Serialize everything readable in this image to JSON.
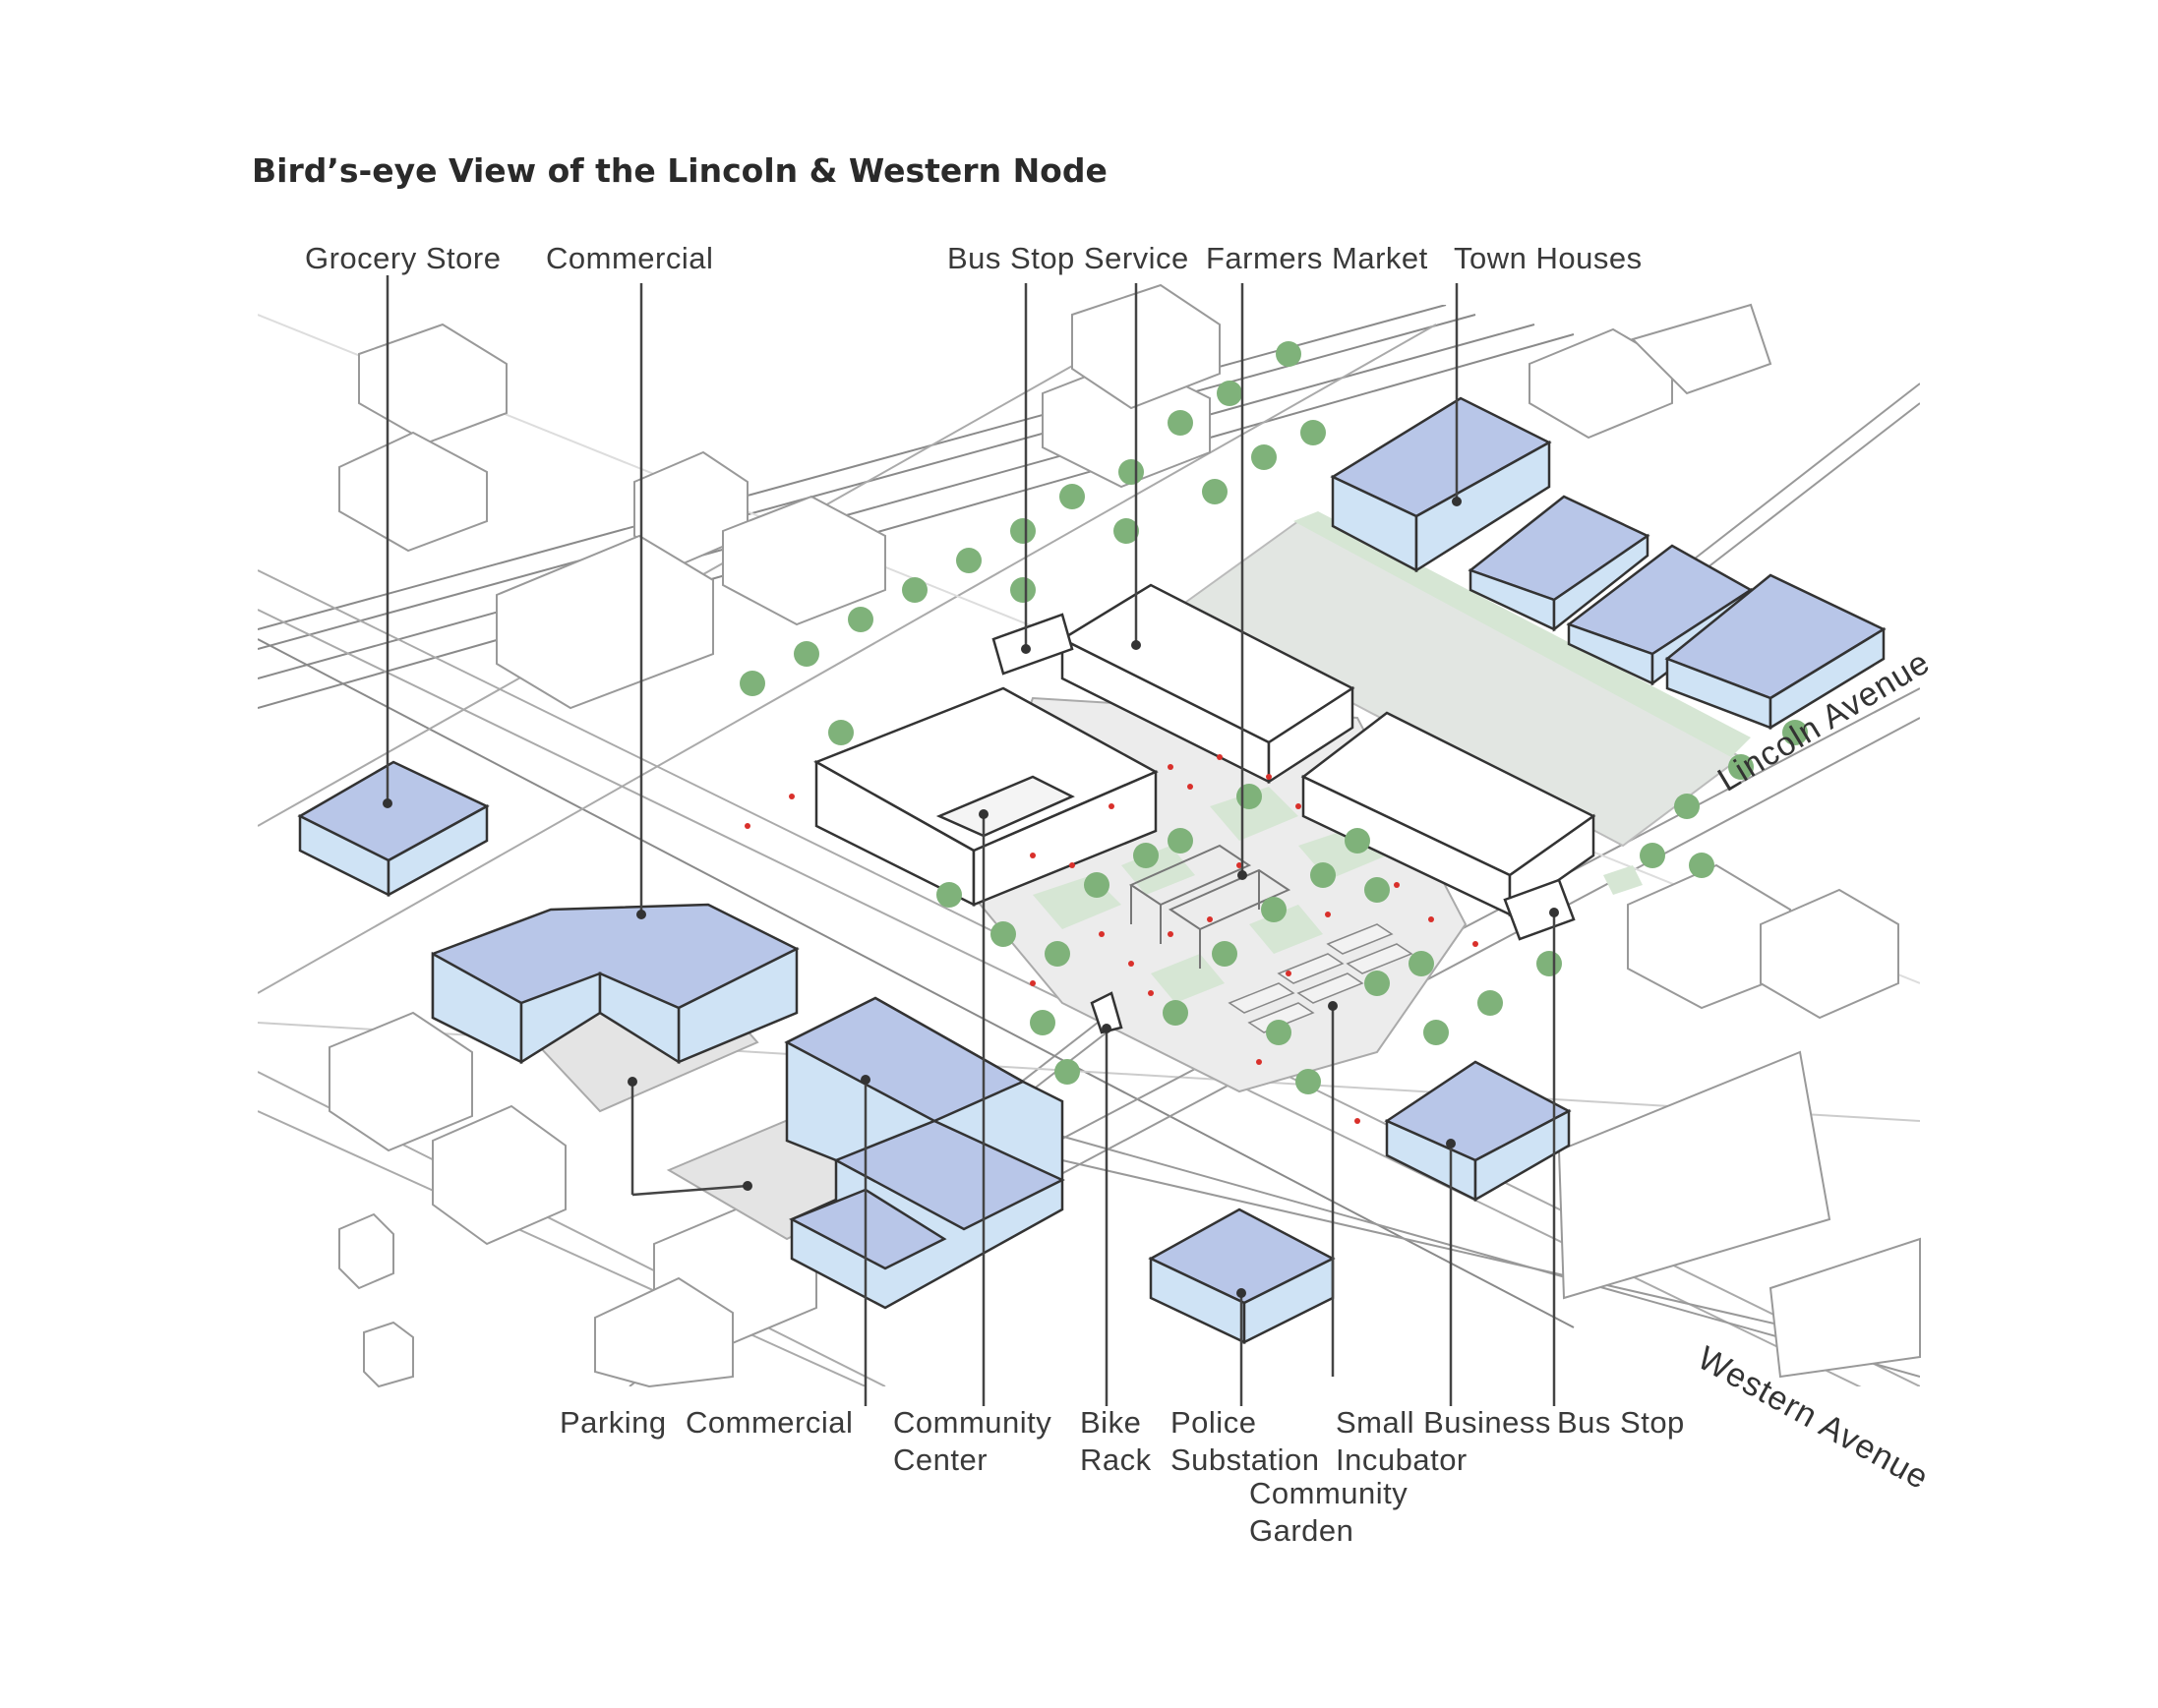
{
  "title": "Bird’s-eye View of the Lincoln & Western Node",
  "labels": {
    "grocery_store": "Grocery Store",
    "commercial_top": "Commercial",
    "bus_stop_service": "Bus Stop Service",
    "farmers_market": "Farmers Market",
    "town_houses": "Town Houses",
    "parking": "Parking",
    "commercial_bottom": "Commercial",
    "community_center_1": "Community",
    "community_center_2": "Center",
    "bike_rack_1": "Bike",
    "bike_rack_2": "Rack",
    "police_1": "Police",
    "police_2": "Substation",
    "small_business_1": "Small Business",
    "small_business_2": "Incubator",
    "bus_stop": "Bus Stop",
    "community_garden_1": "Community",
    "community_garden_2": "Garden"
  },
  "streets": {
    "lincoln": "Lincoln Avenue",
    "western": "Western Avenue"
  },
  "colors": {
    "building_blue_top": "#b8c6e8",
    "building_blue_side": "#cfe3f5",
    "green_space": "#d6e6d4",
    "paving": "#e4e4e4",
    "tree": "#7fb27a",
    "people": "#d9302b",
    "line": "#555555"
  }
}
